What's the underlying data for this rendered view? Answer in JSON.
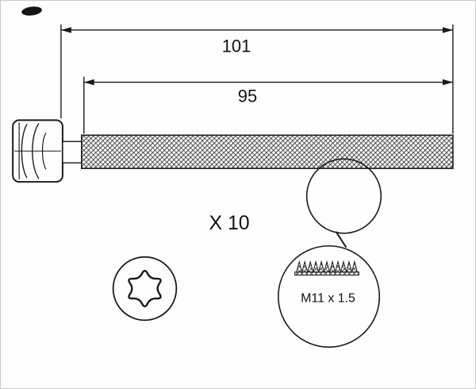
{
  "labels": {
    "overall_length": "101",
    "thread_length": "95",
    "quantity": "X 10",
    "thread_spec": "M11 x 1.5"
  },
  "colors": {
    "line": "#1a1a1a",
    "background": "#fefefe"
  }
}
